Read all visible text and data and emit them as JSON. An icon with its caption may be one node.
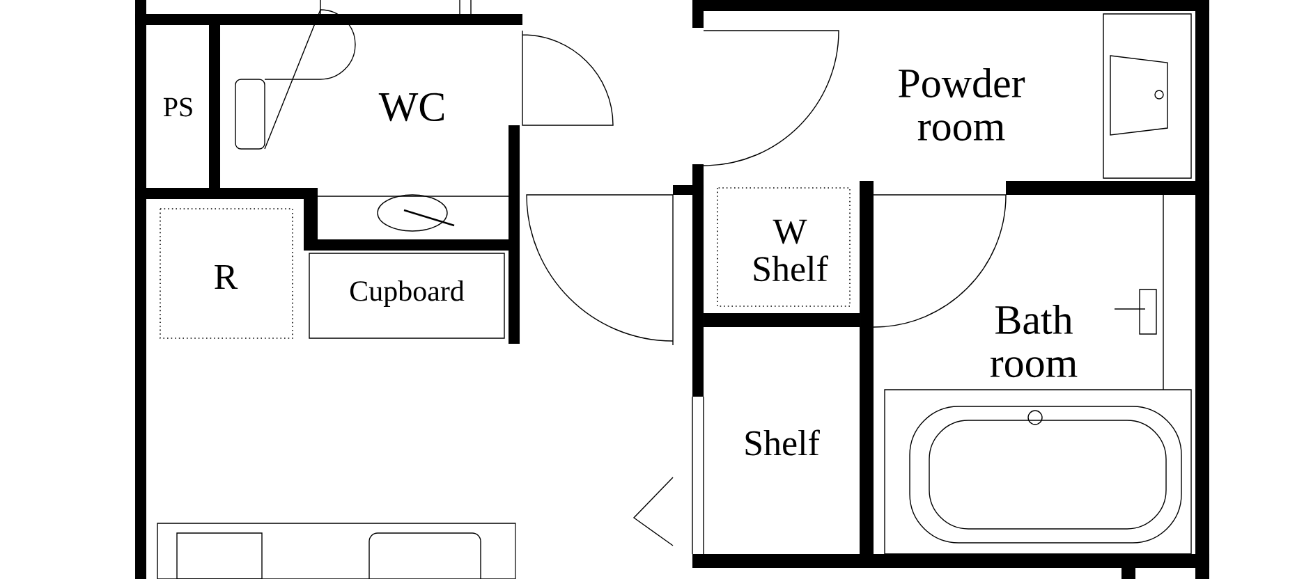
{
  "diagram": {
    "labels": [
      "PS",
      "WC",
      "R",
      "Cupboard",
      "Powder room",
      "W Shelf",
      "Bath room",
      "Shelf"
    ]
  }
}
